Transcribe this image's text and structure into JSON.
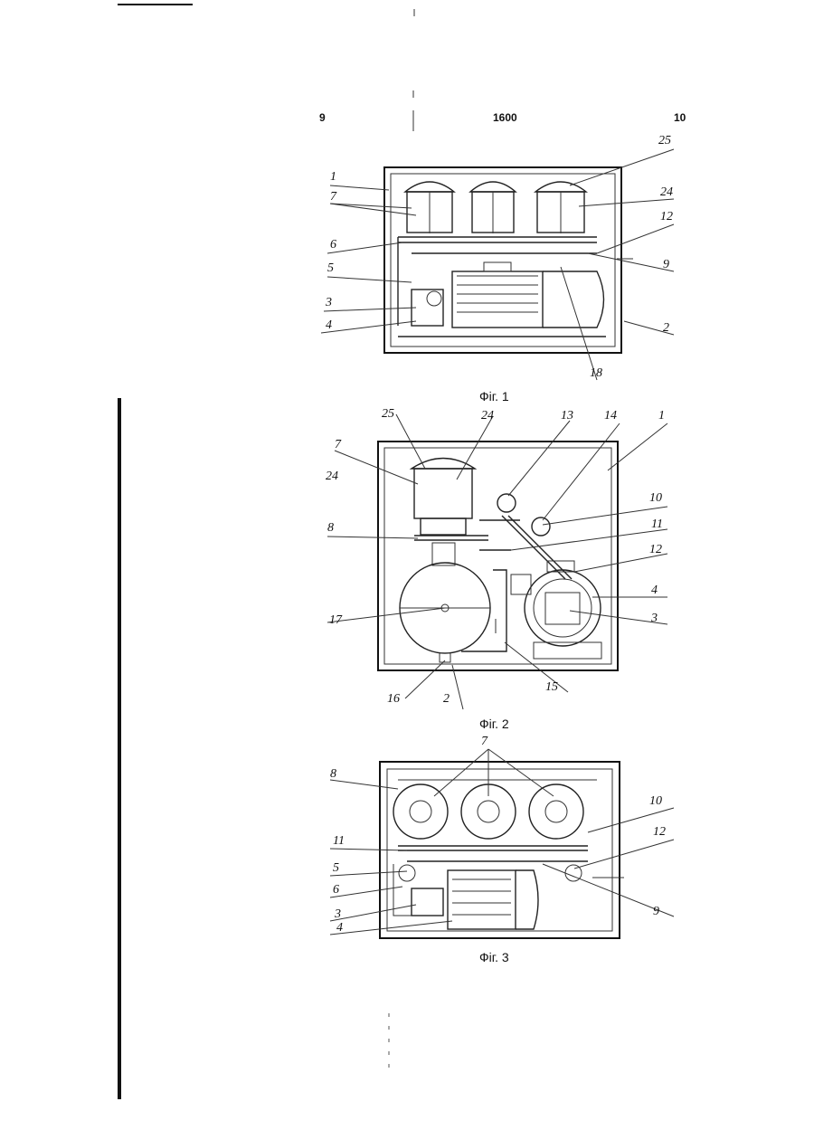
{
  "header": {
    "col_left": "9",
    "center": "1600",
    "col_right": "10"
  },
  "figures": [
    {
      "caption": "Фіг. 1",
      "labels": [
        "1",
        "7",
        "6",
        "5",
        "3",
        "4",
        "25",
        "24",
        "12",
        "9",
        "2",
        "18"
      ]
    },
    {
      "caption": "Фіг. 2",
      "labels": [
        "25",
        "24",
        "7",
        "24",
        "8",
        "17",
        "16",
        "2",
        "15",
        "13",
        "14",
        "10",
        "11",
        "12",
        "4",
        "3",
        "1"
      ]
    },
    {
      "caption": "Фіг. 3",
      "labels": [
        "7",
        "8",
        "11",
        "5",
        "6",
        "3",
        "4",
        "10",
        "12",
        "9"
      ]
    }
  ]
}
